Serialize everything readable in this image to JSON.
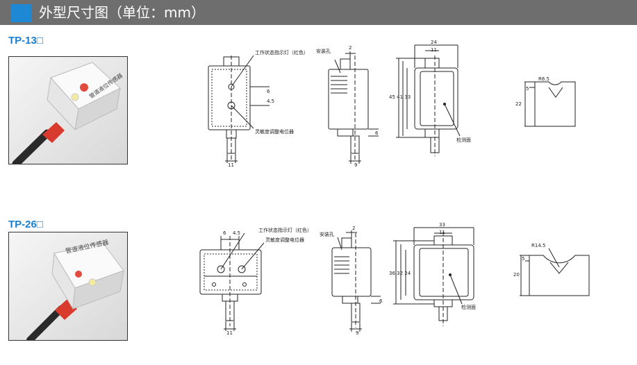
{
  "header": {
    "title": "外型尺寸图（单位：mm）",
    "accent_color": "#1e88d4",
    "bar_color": "#6e6e6e"
  },
  "models": [
    {
      "name": "TP-13□",
      "product_label": "管道液位传感器",
      "labels": {
        "indicator": "工作状态指示灯（红色）",
        "mount_hole": "安装孔",
        "potentiometer": "灵敏度调整电位器",
        "detect_face": "检测面"
      },
      "dims": {
        "front_dim_6": "6",
        "front_dim_4_5": "4.5",
        "front_width": "11",
        "side_top": "2",
        "side_bottom": "6",
        "side_width": "9",
        "rear_heights": "45 41 33",
        "rear_width_outer": "24",
        "rear_width_inner": "11",
        "pipe_radius": "R6.5",
        "pipe_dim_5": "5",
        "pipe_height": "22"
      }
    },
    {
      "name": "TP-26□",
      "product_label": "管道液位传感器",
      "labels": {
        "indicator": "工作状态指示灯（红色）",
        "mount_hole": "安装孔",
        "potentiometer": "灵敏度调整电位器",
        "detect_face": "检测面"
      },
      "dims": {
        "front_dim_6": "6",
        "front_dim_4_5": "4.5",
        "front_width": "11",
        "side_top": "2",
        "side_bottom": "6",
        "side_width": "9",
        "rear_heights": "36 32 24",
        "rear_width_outer": "33",
        "rear_width_inner": "11",
        "pipe_radius": "R14.5",
        "pipe_dim_5": "5",
        "pipe_height": "20"
      }
    }
  ]
}
